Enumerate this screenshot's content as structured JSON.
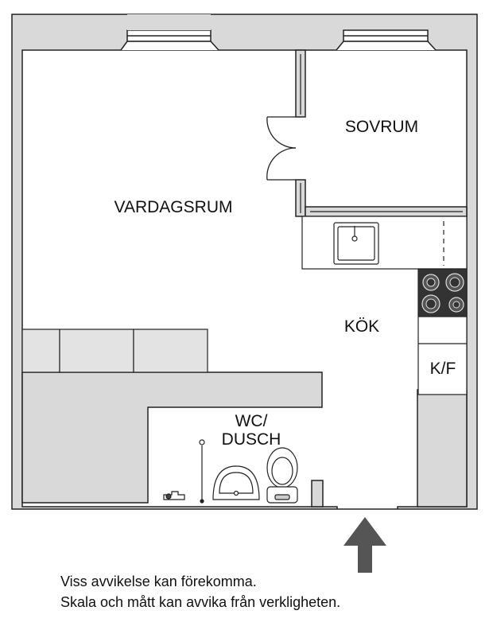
{
  "rooms": {
    "living": "VARDAGSRUM",
    "bedroom": "SOVRUM",
    "kitchen": "KÖK",
    "fridge": "K/F",
    "bathroom_line1": "WC/",
    "bathroom_line2": "DUSCH"
  },
  "disclaimer": {
    "line1": "Viss avvikelse kan förekomma.",
    "line2": "Skala och mått kan avvika från verkligheten."
  },
  "colors": {
    "wall": "#d9d9d9",
    "line": "#222222",
    "stove": "#333333",
    "arrow": "#555555",
    "background": "#ffffff"
  },
  "icons": {
    "entrance": "entrance-arrow-icon",
    "sink": "kitchen-sink-icon",
    "stove": "stove-icon",
    "toilet": "toilet-icon",
    "washbasin": "washbasin-icon",
    "shower": "shower-icon"
  }
}
